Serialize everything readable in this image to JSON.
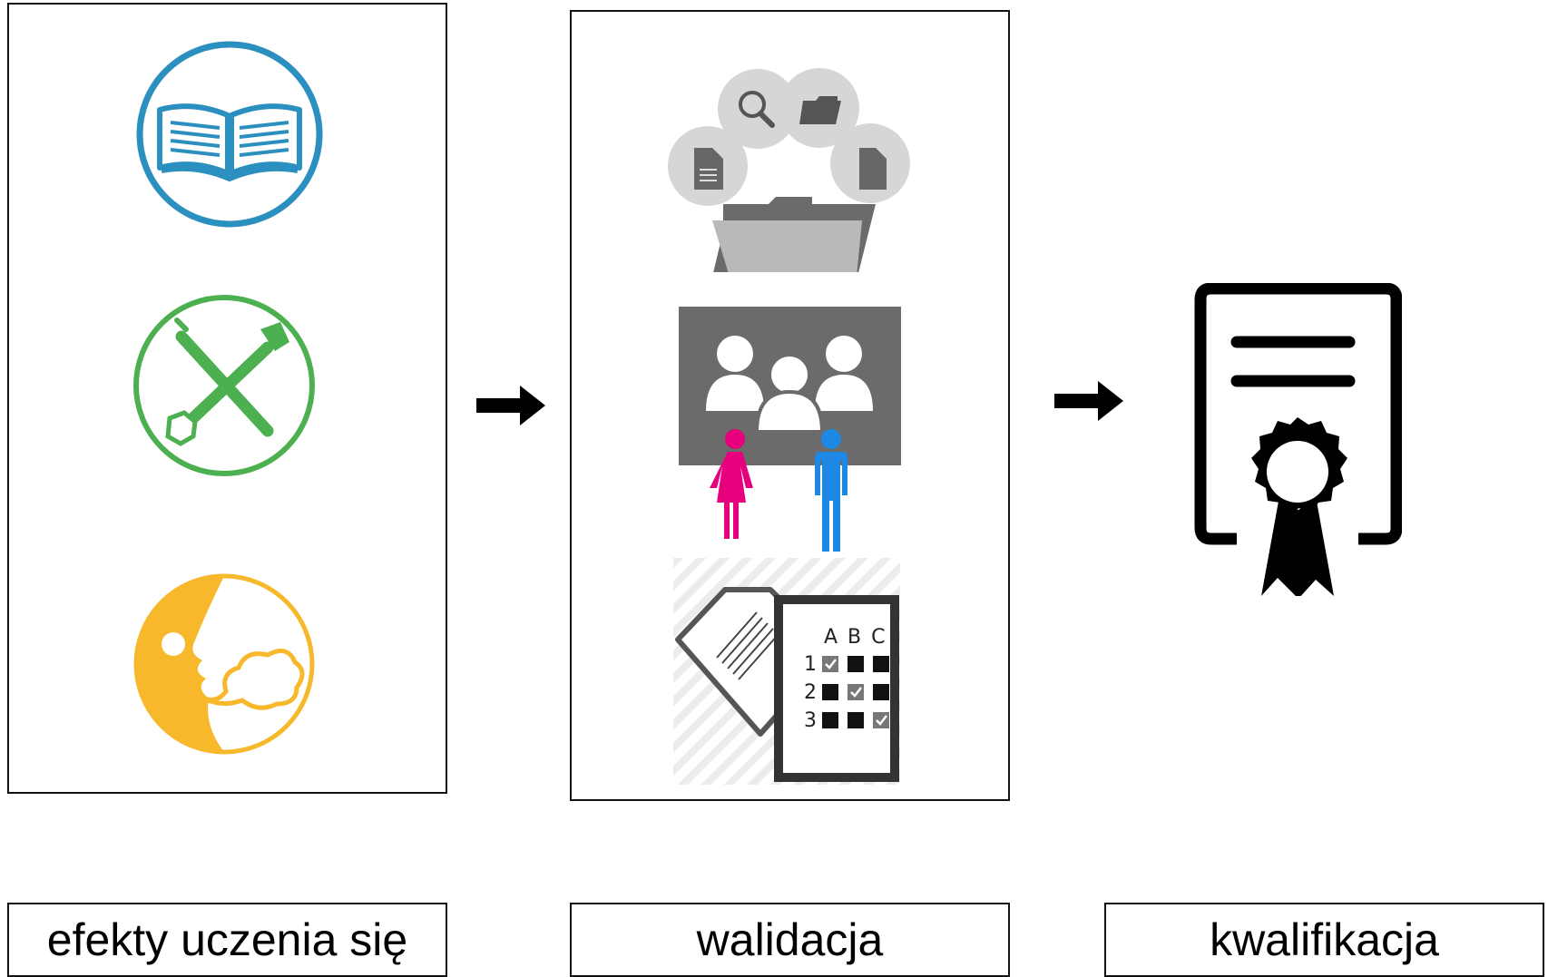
{
  "labels": {
    "learning_outcomes": "efekty uczenia się",
    "validation": "walidacja",
    "qualification": "kwalifikacja"
  },
  "quiz": {
    "columns": "A B C",
    "rows": [
      "1",
      "2",
      "3"
    ]
  },
  "colors": {
    "knowledge": "#2b8fc0",
    "skills": "#4caf50",
    "competences": "#f7b92b",
    "female": "#e6007e",
    "male": "#1e88e5",
    "gray_dark": "#6b6b6b",
    "gray_light": "#d6d6d6"
  },
  "icons": {
    "knowledge": "open-book-icon",
    "skills": "tools-icon",
    "competences": "speaking-face-icon",
    "documents": "document-folder-icon",
    "assessment": "group-assessment-icon",
    "test": "test-checklist-icon",
    "certificate": "certificate-icon"
  }
}
